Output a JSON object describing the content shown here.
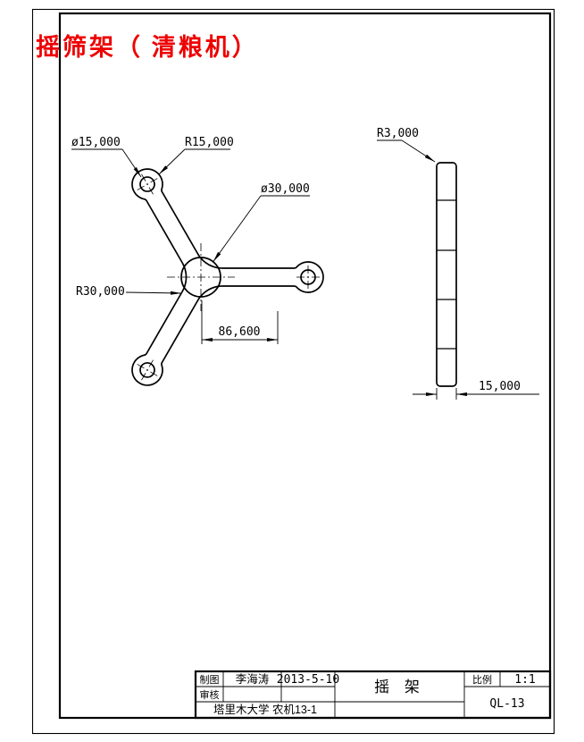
{
  "drawing_title": {
    "text": "摇筛架（ 清粮机）",
    "color": "#ee0000"
  },
  "front_view": {
    "dim_dia15": "ø15,000",
    "dim_r15": "R15,000",
    "dim_dia30": "ø30,000",
    "dim_r30": "R30,000",
    "dim_width": "86,600"
  },
  "side_view": {
    "dim_r3": "R3,000",
    "dim_thickness": "15,000"
  },
  "title_block": {
    "drawn_label": "制图",
    "drawn_by": "李海涛",
    "date": "2013-5-10",
    "checked_label": "审核",
    "part_name": "摇 架",
    "scale_label": "比例",
    "scale_value": "1:1",
    "unit_class": "塔里木大学 农机13-1",
    "drawing_no": "QL-13"
  }
}
